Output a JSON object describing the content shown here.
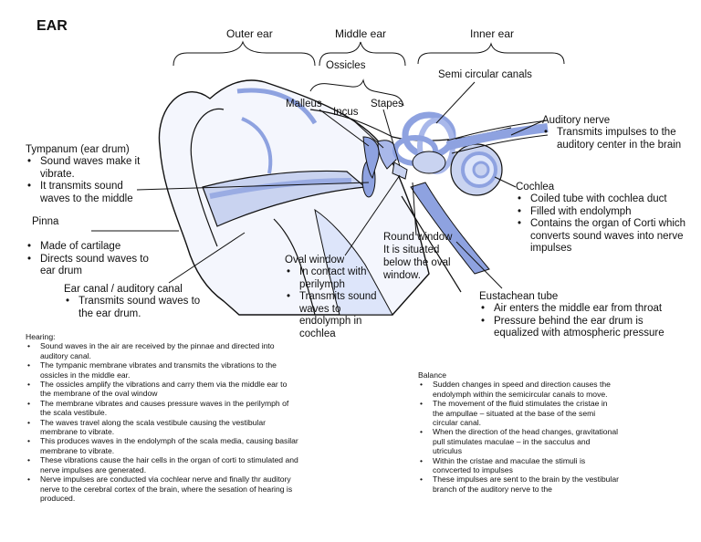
{
  "title": "EAR",
  "regions": {
    "outer": "Outer ear",
    "middle": "Middle ear",
    "inner": "Inner ear"
  },
  "labels": {
    "ossicles": "Ossicles",
    "semicircular": "Semi circular canals",
    "malleus": "Malleus",
    "incus": "Incus",
    "stapes": "Stapes"
  },
  "tympanum": {
    "heading": "Tympanum (ear drum)",
    "points": [
      "Sound waves make it vibrate.",
      "It transmits sound waves to the middle"
    ]
  },
  "pinna": {
    "heading": "Pinna",
    "points": [
      "Made of cartilage",
      "Directs sound waves to ear drum"
    ]
  },
  "ear_canal": {
    "heading": "Ear canal / auditory canal",
    "points": [
      "Transmits sound waves to the ear drum."
    ]
  },
  "auditory_nerve": {
    "heading": "Auditory nerve",
    "points": [
      "Transmits impulses to the auditory center in the brain"
    ]
  },
  "cochlea": {
    "heading": "Cochlea",
    "points": [
      "Coiled tube with cochlea duct",
      "Filled with endolymph",
      "Contains the organ of Corti which converts sound waves into nerve impulses"
    ]
  },
  "round_window": {
    "heading": "Round window",
    "text": "It is situated below the oval window."
  },
  "oval_window": {
    "heading": "Oval window",
    "points": [
      "In contact with perilymph",
      "Transmits sound waves to endolymph in cochlea"
    ]
  },
  "eustachean": {
    "heading": "Eustachean tube",
    "points": [
      "Air enters the middle ear from throat",
      "Pressure behind the ear drum is equalized with atmospheric pressure"
    ]
  },
  "hearing": {
    "heading": "Hearing:",
    "points": [
      "Sound waves in the air are received by the pinnae and directed into auditory canal.",
      "The tympanic membrane vibrates and transmits the vibrations to the ossicles in the middle ear.",
      "The ossicles amplify the vibrations and carry them via the middle ear to the membrane of the oval window",
      "The membrane vibrates and causes pressure waves in the perilymph of the scala vestibule.",
      "The waves travel along the scala vestibule causing the vestibular membrane to vibrate.",
      "This produces waves in the endolymph of the scala media, causing basilar membrane to vibrate.",
      "These vibrations cause the hair cells in the organ of corti to stimulated and nerve impulses are generated.",
      "Nerve impulses are conducted via cochlear nerve and finally thr auditory nerve to the cerebral cortex of the brain, where the sesation of hearing is produced."
    ]
  },
  "balance": {
    "heading": "Balance",
    "points": [
      "Sudden changes in speed and direction causes the endolymph within the semicircular canals to move.",
      "The movement of the fluid stimulates the cristae in the ampullae – situated at the base of the semi circular canal.",
      "When the direction of the head changes, gravitational pull stimulates maculae – in the sacculus and utriculus",
      "Within the cristae and maculae the stimuli is convcerted to impulses",
      "These impulses are sent to the brain by the vestibular branch of the auditory nerve to the"
    ]
  },
  "colors": {
    "tissue": "#c9d3f0",
    "tissue_dark": "#8ea2e0",
    "canal": "#dde5fa",
    "line": "#111111"
  }
}
